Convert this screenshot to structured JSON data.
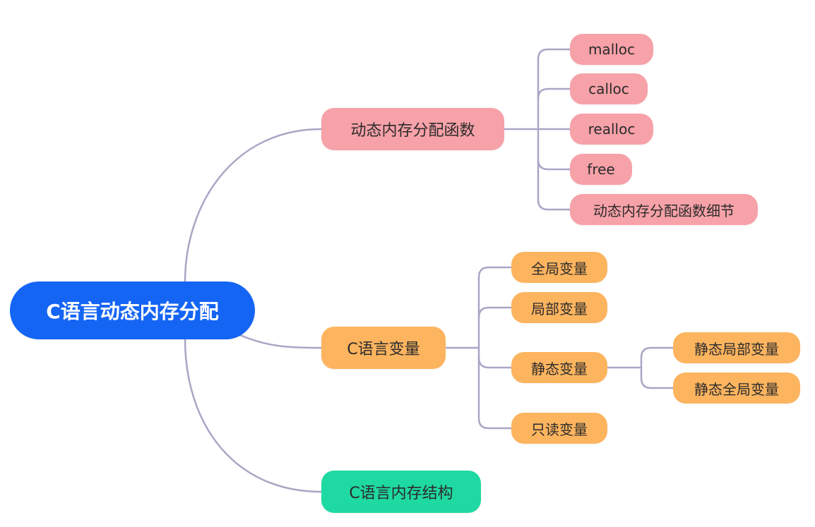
{
  "colors": {
    "root": "#1565f5",
    "branch_memory_functions": "#f7a1a8",
    "branch_variables": "#fdb45f",
    "branch_memory_structure": "#1ed9a1",
    "connector": "#a9a6c6"
  },
  "root": {
    "label": "C语言动态内存分配"
  },
  "branches": {
    "memory_functions": {
      "label": "动态内存分配函数",
      "children": [
        "malloc",
        "calloc",
        "realloc",
        "free",
        "动态内存分配函数细节"
      ]
    },
    "variables": {
      "label": "C语言变量",
      "children": {
        "global": "全局变量",
        "local": "局部变量",
        "static": {
          "label": "静态变量",
          "children": [
            "静态局部变量",
            "静态全局变量"
          ]
        },
        "readonly": "只读变量"
      }
    },
    "memory_structure": {
      "label": "C语言内存结构"
    }
  }
}
